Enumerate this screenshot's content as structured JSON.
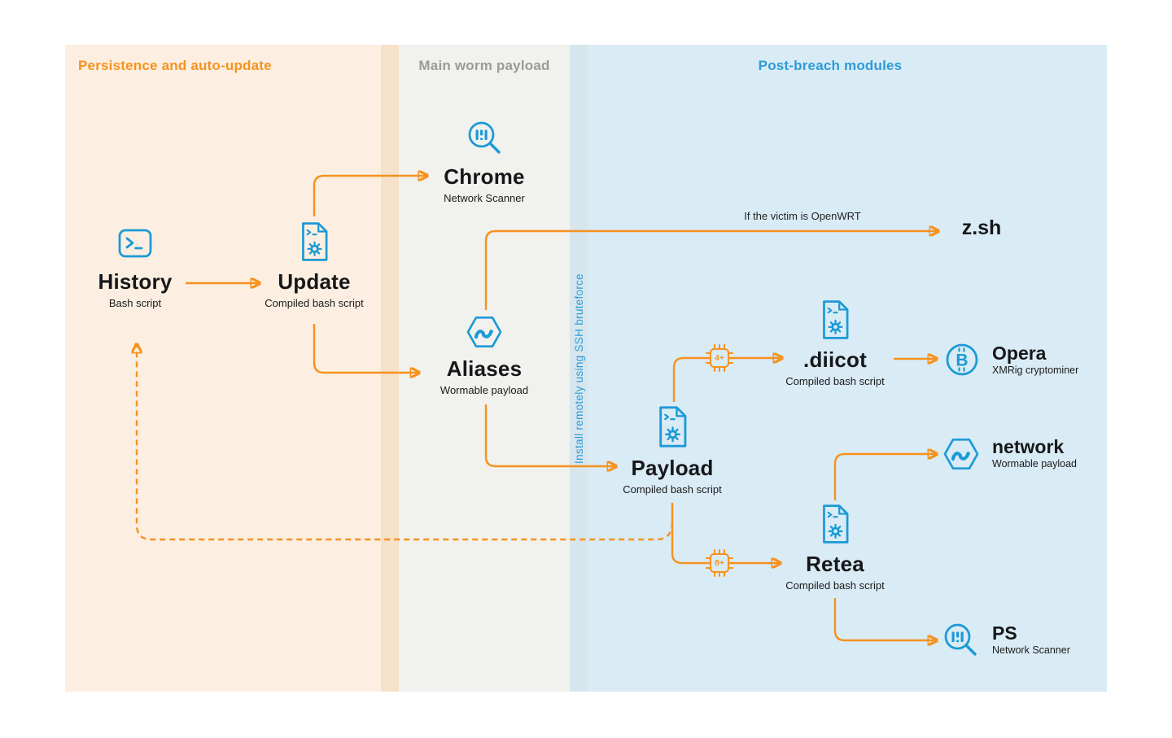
{
  "sections": [
    {
      "id": "persistence",
      "title": "Persistence and auto-update"
    },
    {
      "id": "main-worm",
      "title": "Main worm payload"
    },
    {
      "id": "post-breach",
      "title": "Post-breach modules"
    }
  ],
  "ssh_strip": {
    "label": "Install remotely using SSH bruteforce"
  },
  "edge_label": "If the victim is OpenWRT",
  "nodes": {
    "history": {
      "title": "History",
      "subtitle": "Bash script",
      "icon": "terminal"
    },
    "update": {
      "title": "Update",
      "subtitle": "Compiled bash script",
      "icon": "script-file-gear"
    },
    "chrome": {
      "title": "Chrome",
      "subtitle": "Network Scanner",
      "icon": "network-scanner"
    },
    "aliases": {
      "title": "Aliases",
      "subtitle": "Wormable payload",
      "icon": "worm-hexagon"
    },
    "zsh": {
      "title": "z.sh"
    },
    "payload": {
      "title": "Payload",
      "subtitle": "Compiled bash script",
      "icon": "script-file-gear"
    },
    "diicot": {
      "title": ".diicot",
      "subtitle": "Compiled bash script",
      "icon": "script-file-gear"
    },
    "opera": {
      "title": "Opera",
      "subtitle": "XMRig cryptominer",
      "icon": "bitcoin"
    },
    "network": {
      "title": "network",
      "subtitle": "Wormable payload",
      "icon": "worm-hexagon"
    },
    "retea": {
      "title": "Retea",
      "subtitle": "Compiled bash script",
      "icon": "script-file-gear"
    },
    "ps": {
      "title": "PS",
      "subtitle": "Network Scanner",
      "icon": "network-scanner"
    }
  },
  "chips": [
    {
      "glyph": "4+"
    },
    {
      "glyph": "8+"
    }
  ],
  "edges": [
    {
      "from": "history",
      "to": "update",
      "style": "solid"
    },
    {
      "from": "update",
      "to": "chrome",
      "style": "solid"
    },
    {
      "from": "update",
      "to": "aliases",
      "style": "solid"
    },
    {
      "from": "aliases",
      "to": "zsh",
      "style": "solid",
      "label": "If the victim is OpenWRT"
    },
    {
      "from": "aliases",
      "to": "payload",
      "style": "solid"
    },
    {
      "from": "payload",
      "to": "diicot",
      "style": "solid"
    },
    {
      "from": "diicot",
      "to": "opera",
      "style": "solid"
    },
    {
      "from": "payload",
      "to": "retea",
      "style": "solid"
    },
    {
      "from": "payload",
      "to": "history",
      "style": "dashed"
    },
    {
      "from": "retea",
      "to": "network",
      "style": "solid"
    },
    {
      "from": "retea",
      "to": "ps",
      "style": "solid"
    }
  ],
  "colors": {
    "orange": "#F6921E",
    "blue": "#1C9AD6",
    "header_gray": "#9A9A9A",
    "header_blue": "#2B9CD8",
    "band_peach": "#FCEFE1",
    "band_gray": "#F1F1EE",
    "band_blue": "#D9EBF5",
    "strip_blue": "#D7E6EC",
    "text": "#17171A"
  }
}
